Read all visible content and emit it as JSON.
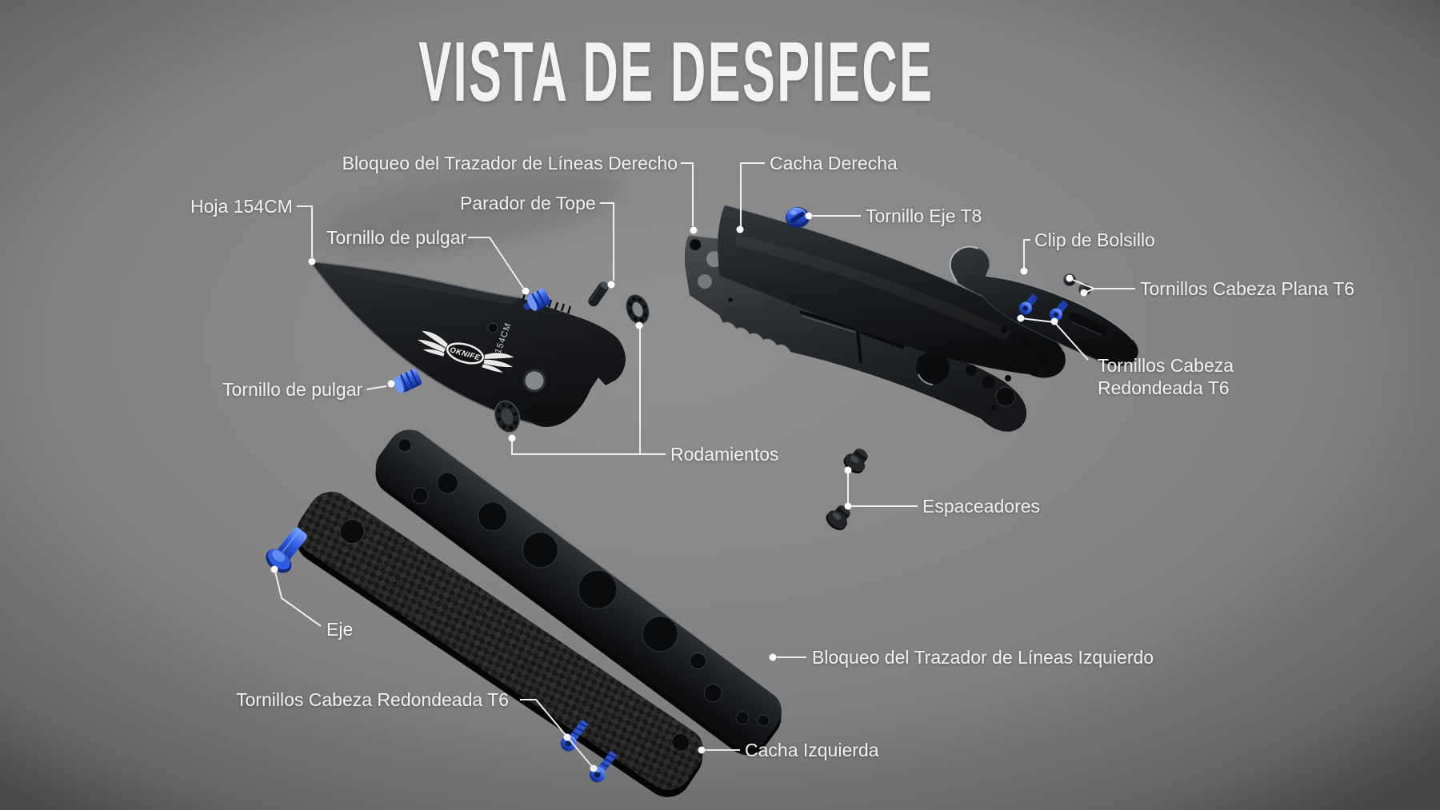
{
  "title": "VISTA DE DESPIECE",
  "brand": {
    "logo_text": "OKNIFE",
    "blade_marking": "154CM"
  },
  "colors": {
    "background": "#828282",
    "accent_blue": "#2a55d4",
    "part_black": "#17191c",
    "label_text": "#f1f1f1",
    "leader_line": "#efefef"
  },
  "callouts": {
    "liner_lock_right": "Bloqueo del Trazador de Líneas Derecho",
    "handle_right": "Cacha Derecha",
    "blade": "Hoja 154CM",
    "stop_pin": "Parador de Tope",
    "thumb_screw_top": "Tornillo de pulgar",
    "pivot_screw": "Tornillo Eje T8",
    "pocket_clip": "Clip de Bolsillo",
    "flat_head_screws": "Tornillos Cabeza Plana T6",
    "round_head_screws_right": "Tornillos Cabeza Redondeada T6",
    "thumb_screw_bottom": "Tornillo de pulgar",
    "bearings": "Rodamientos",
    "spacers": "Espaceadores",
    "axis_pin": "Eje",
    "liner_lock_left": "Bloqueo del Trazador de Líneas Izquierdo",
    "round_head_screws_left": "Tornillos Cabeza Redondeada T6",
    "handle_left": "Cacha Izquierda"
  }
}
